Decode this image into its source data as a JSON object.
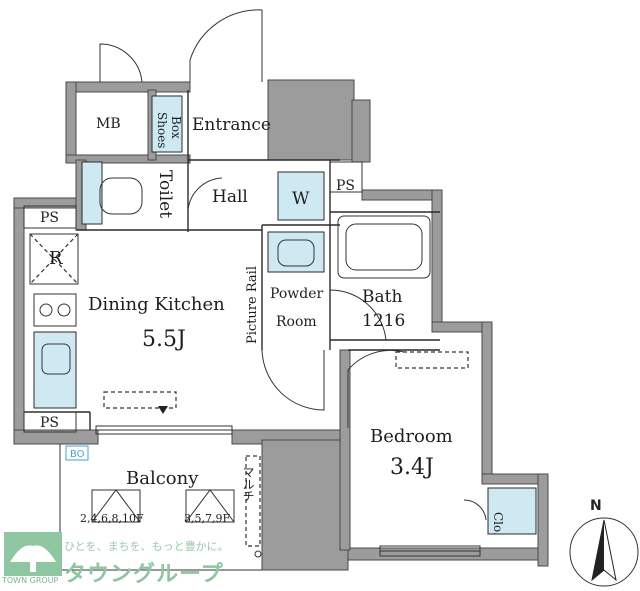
{
  "rooms": {
    "mb": "MB",
    "shoes_box_line1": "Shoes",
    "shoes_box_line2": "Box",
    "entrance": "Entrance",
    "toilet": "Toilet",
    "hall": "Hall",
    "washer": "W",
    "ps_right": "PS",
    "ps_left_top": "PS",
    "ps_left_bottom": "PS",
    "refrigerator": "R",
    "dining_kitchen": "Dining Kitchen",
    "dining_kitchen_size": "5.5J",
    "picture_rail": "Picture Rail",
    "powder_room_line1": "Powder",
    "powder_room_line2": "Room",
    "bath": "Bath",
    "bath_size": "1216",
    "bedroom": "Bedroom",
    "bedroom_size": "3.4J",
    "balcony": "Balcony",
    "balcony_tag": "BO",
    "hatch_floors_left": "2,4,6,8,10F",
    "hatch_floors_right": "3,5,7,9F",
    "multi_vertical": "マルチ",
    "closet": "Clo."
  },
  "compass": {
    "north": "N"
  },
  "logo": {
    "tagline": "ひとを、まちを、もっと豊かに。",
    "name": "タウングループ",
    "caption": "TOWN GROUP"
  },
  "colors": {
    "wall": "#9c9c9c",
    "fixture": "#cfe9f3",
    "logo_green": "#8ec6a2"
  }
}
